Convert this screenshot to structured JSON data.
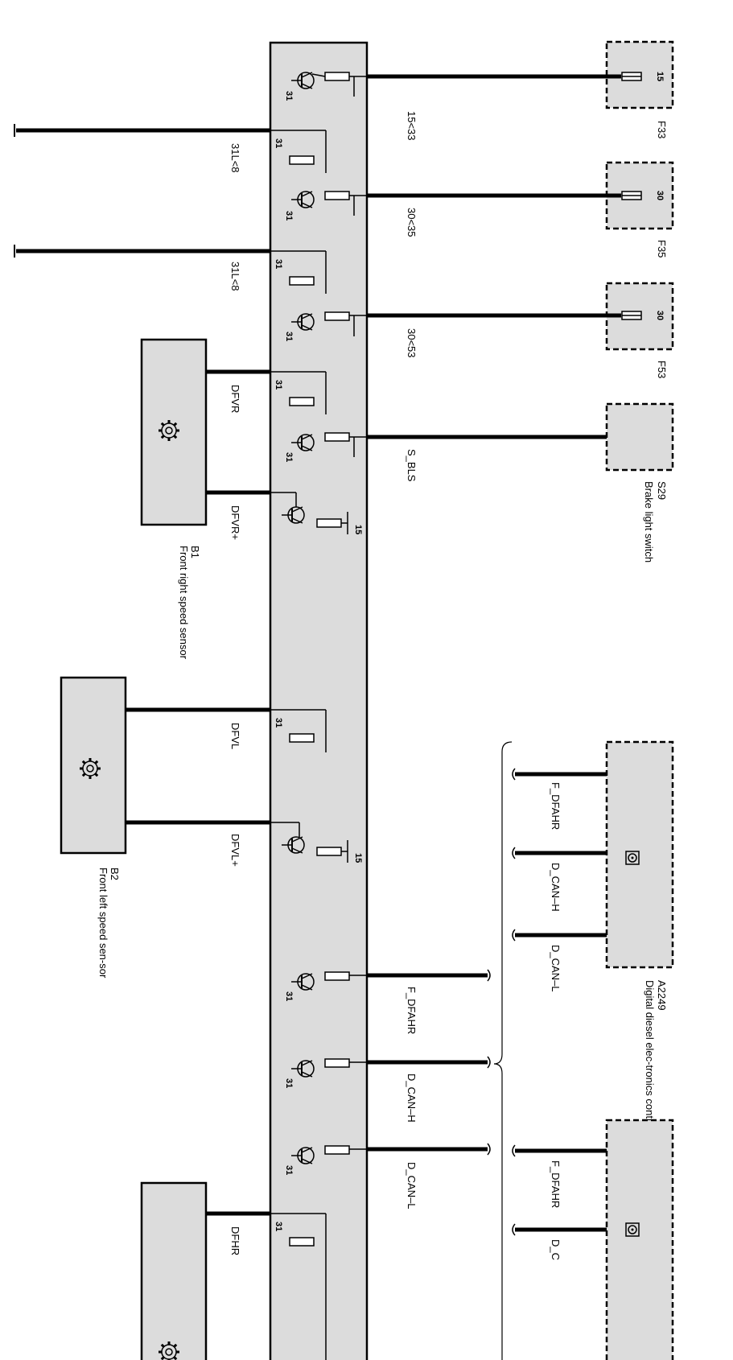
{
  "fuses": [
    {
      "id": "F33",
      "terminal": "15",
      "wire": "15<33"
    },
    {
      "id": "F35",
      "terminal": "30",
      "wire": "30<35"
    },
    {
      "id": "F53",
      "terminal": "30",
      "wire": "30<53"
    }
  ],
  "ground_wires": [
    "31L<8",
    "31L<8"
  ],
  "ground_terminal": "31",
  "supply_terminal": "15",
  "brake_switch": {
    "id": "S29",
    "name": "Brake light switch",
    "wire": "S_BLS"
  },
  "sensor_b1": {
    "id": "B1",
    "name": "Front right speed sensor",
    "wire_a": "DFVR",
    "wire_b": "DFVR+"
  },
  "sensor_b2": {
    "id": "B2",
    "name": "Front left speed sen-sor",
    "wire_a": "DFVL",
    "wire_b": "DFVL+"
  },
  "sensor_b3": {
    "wire_a": "DFHR"
  },
  "dde_unit": {
    "id": "A2249",
    "name": "Digital diesel elec-tronics control unit",
    "wires": [
      "F_DFAHR",
      "D_CAN–H",
      "D_CAN–L"
    ]
  },
  "bus_wires": [
    "F_DFAHR",
    "D_CAN–H",
    "D_CAN–L"
  ],
  "unit_b_wires": [
    "F_DFAHR",
    "D_C"
  ]
}
